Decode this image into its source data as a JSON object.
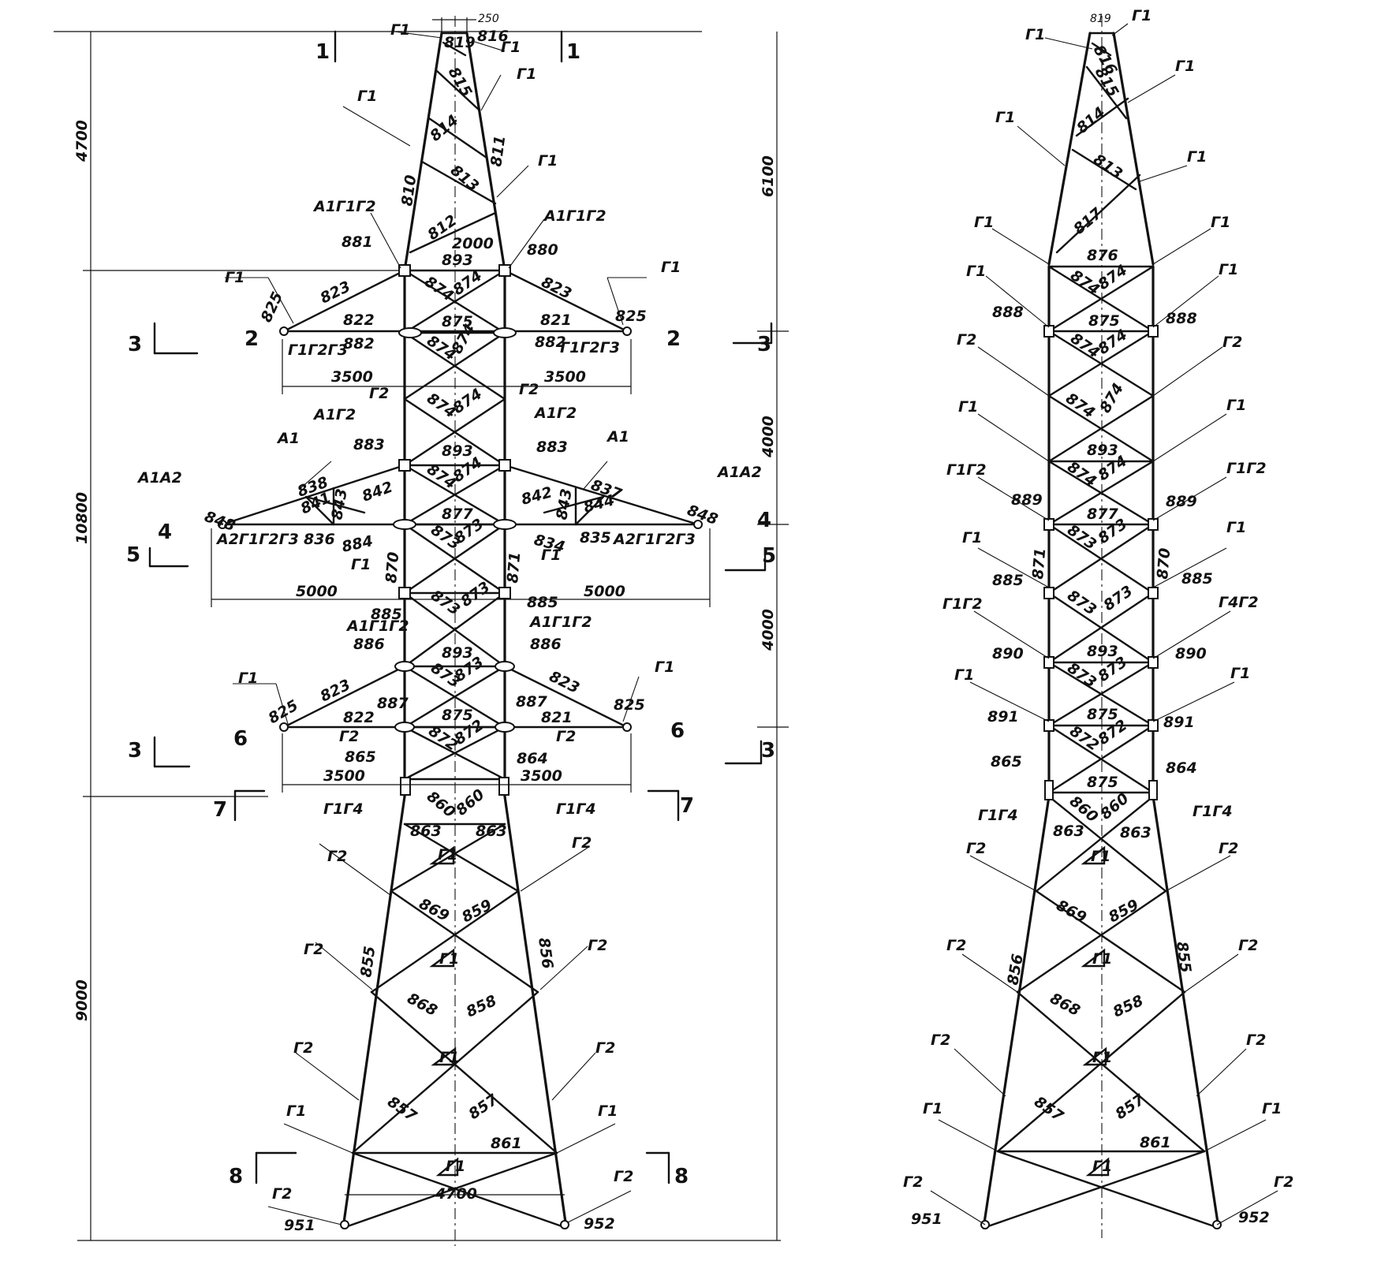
{
  "left_view": {
    "dims": {
      "d250": "250",
      "d4700": "4700",
      "d10800": "10800",
      "d9000": "9000",
      "d3500": "3500",
      "d5000": "5000",
      "d2000": "2000",
      "d4700b": "4700"
    },
    "sections": {
      "s1": "1",
      "s2": "2",
      "s3": "3",
      "s4": "4",
      "s5": "5",
      "s6": "6",
      "s7": "7",
      "s8": "8"
    },
    "parts": {
      "p819": "819",
      "p816": "816",
      "p815": "815",
      "p814": "814",
      "p813": "813",
      "p812": "812",
      "p811": "811",
      "p810": "810",
      "p893": "893",
      "p881": "881",
      "p880": "880",
      "p874": "874",
      "p823": "823",
      "p825": "825",
      "p822": "822",
      "p821": "821",
      "p875": "875",
      "p882": "882",
      "p883": "883",
      "p838": "838",
      "p842": "842",
      "p841": "841",
      "p843": "843",
      "p844": "844",
      "p837": "837",
      "p848": "848",
      "p877": "877",
      "p836": "836",
      "p835": "835",
      "p884": "884",
      "p834": "834",
      "p873": "873",
      "p870": "870",
      "p871": "871",
      "p885": "885",
      "p886": "886",
      "p887": "887",
      "p872": "872",
      "p864": "864",
      "p865": "865",
      "p860": "860",
      "p863": "863",
      "p869": "869",
      "p859": "859",
      "p855": "855",
      "p856": "856",
      "p868": "868",
      "p858": "858",
      "p857": "857",
      "p861": "861",
      "p951": "951",
      "p952": "952"
    },
    "marks": {
      "g1": "Г1",
      "g2": "Г2",
      "a1": "А1",
      "a1g1g2": "А1Г1Г2",
      "a1g2": "А1Г2",
      "a1a2": "А1А2",
      "g1g2g3": "Г1Г2Г3",
      "a2g1g2g3": "А2Г1Г2Г3",
      "g1g4": "Г1Г4"
    }
  },
  "right_view": {
    "parts": {
      "p819": "819",
      "p816": "816",
      "p815": "815",
      "p814": "814",
      "p813": "813",
      "p817": "817",
      "p876": "876",
      "p874": "874",
      "p888": "888",
      "p875": "875",
      "p893": "893",
      "p889": "889",
      "p877": "877",
      "p873": "873",
      "p871": "871",
      "p870": "870",
      "p885": "885",
      "p890": "890",
      "p891": "891",
      "p872": "872",
      "p865": "865",
      "p864": "864",
      "p860": "860",
      "p863": "863",
      "p869": "869",
      "p859": "859",
      "p856": "856",
      "p855": "855",
      "p868": "868",
      "p858": "858",
      "p857": "857",
      "p861": "861",
      "p951": "951",
      "p952": "952"
    },
    "dims": {
      "d6100": "6100",
      "d4000a": "4000",
      "d4000b": "4000"
    },
    "marks": {
      "g1": "Г1",
      "g2": "Г2",
      "g1g2": "Г1Г2",
      "g4g2": "Г4Г2",
      "g1g4": "Г1Г4"
    }
  }
}
